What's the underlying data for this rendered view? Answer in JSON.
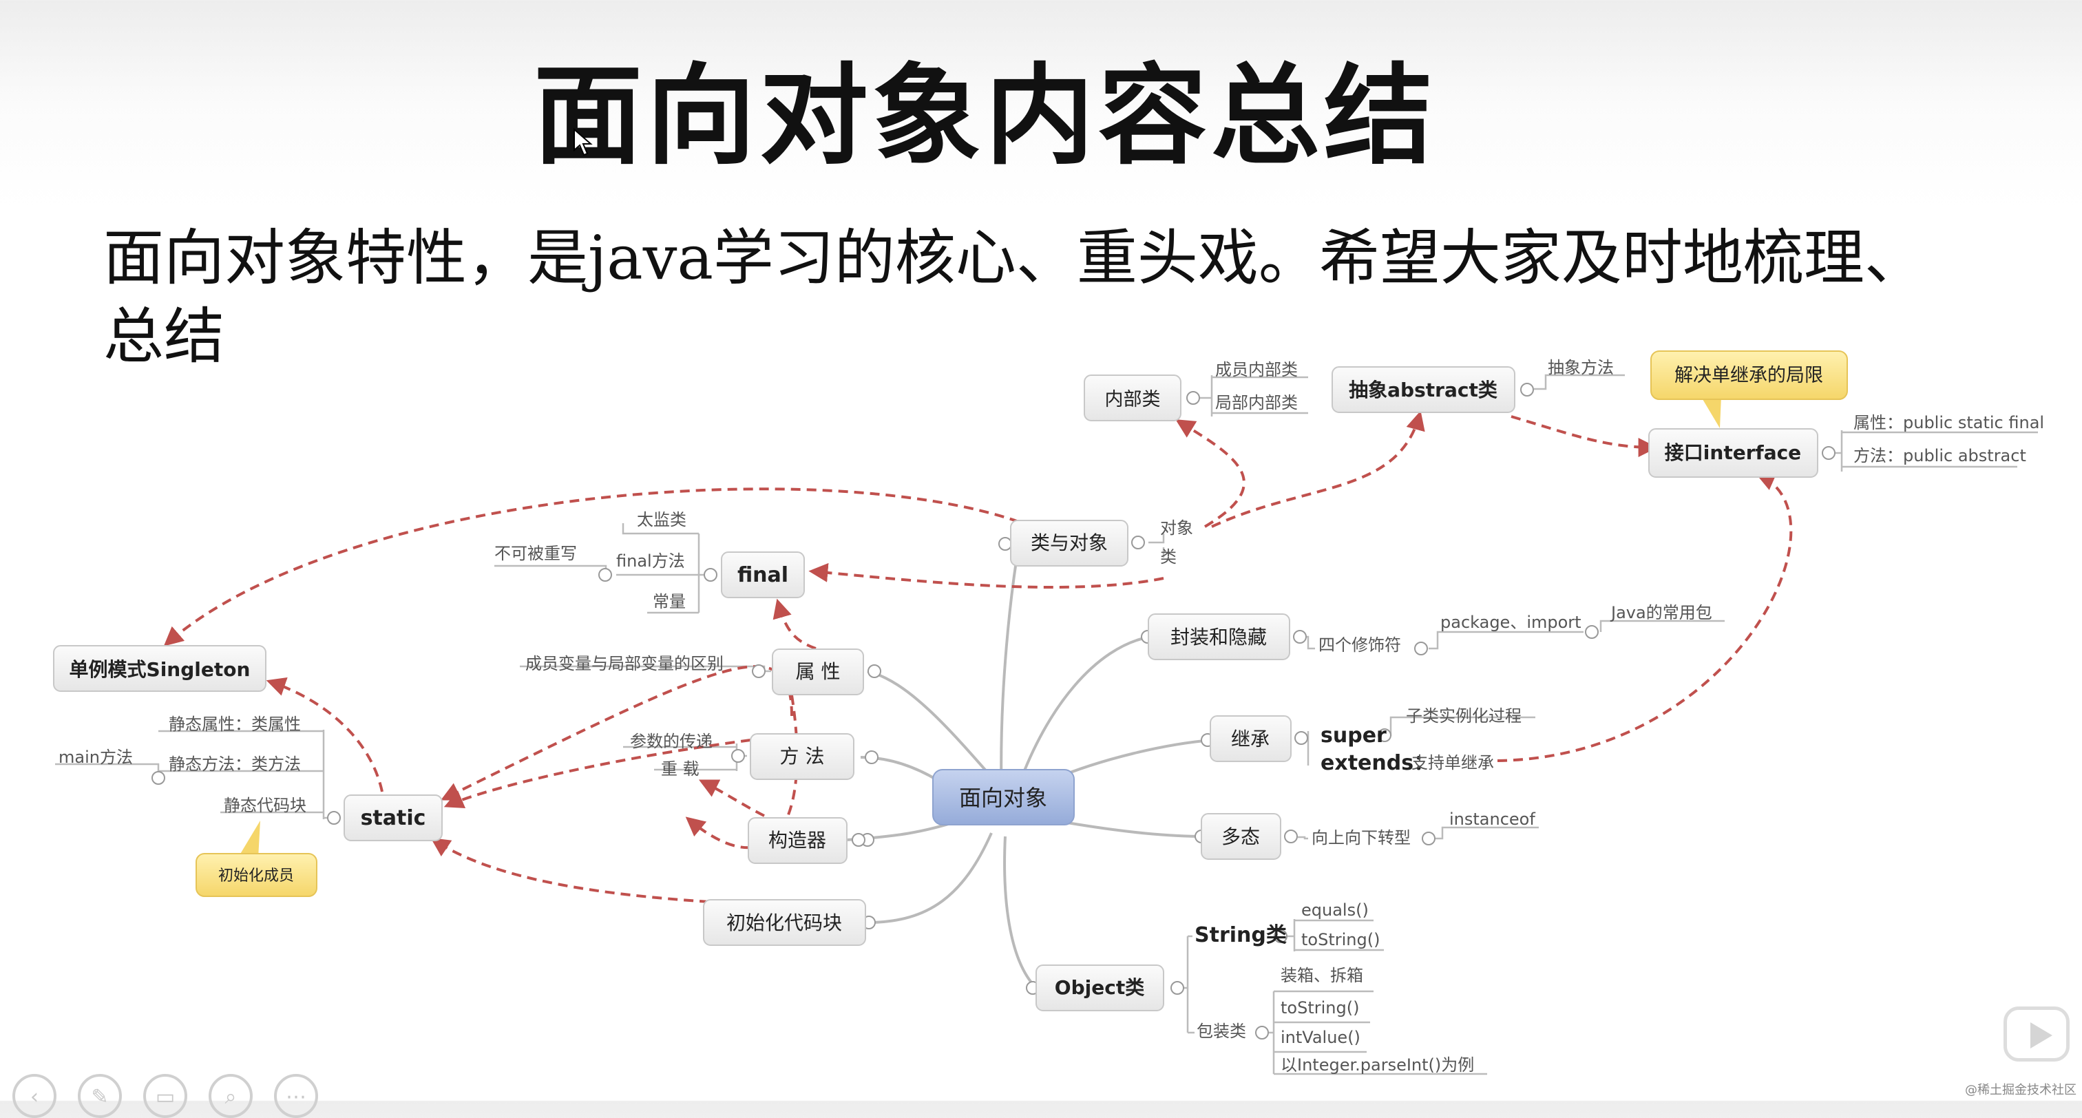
{
  "title": "面向对象内容总结",
  "subtitle": "面向对象特性，是java学习的核心、重头戏。希望大家及时地梳理、总结",
  "watermark": "@稀土掘金技术社区",
  "mindmap": {
    "center": "面向对象",
    "nodes": {
      "neibu": "内部类",
      "neibu_a": "成员内部类",
      "neibu_b": "局部内部类",
      "abstract": "抽象abstract类",
      "abstract_a": "抽象方法",
      "callout_interface": "解决单继承的局限",
      "interface": "接口interface",
      "interface_a": "属性：public static final",
      "interface_b": "方法：public abstract",
      "class": "类与对象",
      "class_a": "对象",
      "class_b": "类",
      "final": "final",
      "final_a": "太监类",
      "final_b": "final方法",
      "final_b1": "不可被重写",
      "final_c": "常量",
      "singleton": "单例模式Singleton",
      "shuxing": "属  性",
      "shuxing_a": "成员变量与局部变量的区别",
      "fangfa": "方  法",
      "fangfa_a": "参数的传递",
      "fangfa_b": "重  载",
      "gouzao": "构造器",
      "static": "static",
      "static_a": "静态属性：类属性",
      "static_b": "静态方法：类方法",
      "static_b1": "main方法",
      "static_c": "静态代码块",
      "callout_static": "初始化成员",
      "init": "初始化代码块",
      "fengzhuang": "封装和隐藏",
      "fengzhuang_a": "四个修饰符",
      "fengzhuang_b": "package、import",
      "fengzhuang_c": "Java的常用包",
      "jicheng": "继承",
      "jicheng_a": "super",
      "jicheng_a1": "子类实例化过程",
      "jicheng_b": "extends：",
      "jicheng_b1": "支持单继承",
      "duotai": "多态",
      "duotai_a": "向上向下转型",
      "duotai_b": "instanceof",
      "object": "Object类",
      "string": "String类",
      "string_a": "equals()",
      "string_b": "toString()",
      "wrapper": "包装类",
      "wrapper_a": "装箱、拆箱",
      "wrapper_b": "toString()",
      "wrapper_c": "intValue()",
      "wrapper_d": "以Integer.parseInt()为例"
    }
  },
  "colors": {
    "node_fill": "#f1f1f1",
    "center_fill": "#aebfe3",
    "callout_fill": "#fbe38e",
    "arrow": "#c0504d",
    "branch": "#b5b5b5"
  },
  "toolbar": {
    "icons": [
      "prev-icon",
      "pen-icon",
      "screen-icon",
      "zoom-icon",
      "more-icon"
    ]
  }
}
